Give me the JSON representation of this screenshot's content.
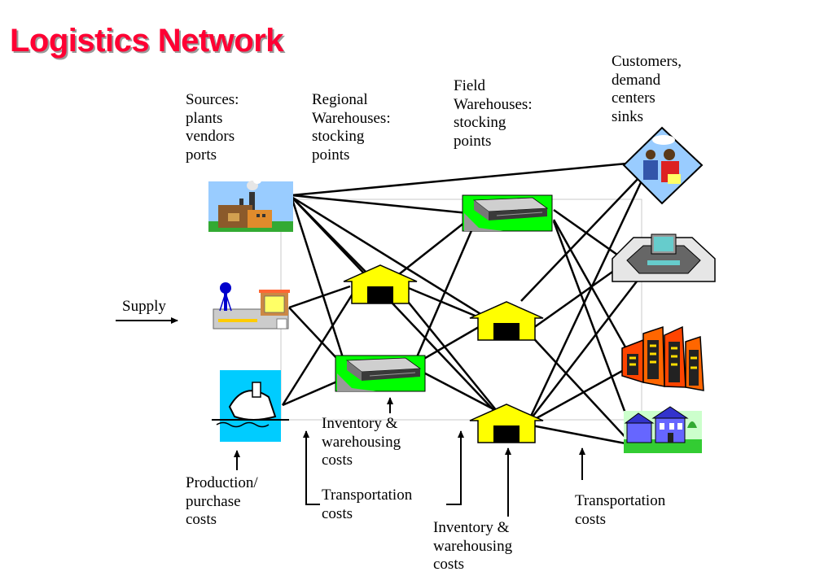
{
  "title": "Logistics Network",
  "labels": {
    "sources": "Sources:\nplants\nvendors\nports",
    "regional": "Regional\nWarehouses:\nstocking\npoints",
    "field": "Field\nWarehouses:\nstocking\npoints",
    "customers": "Customers,\ndemand\ncenters\nsinks",
    "supply": "Supply",
    "inv1": "Inventory &\nwarehousing\ncosts",
    "trans1": "Transportation\ncosts",
    "prod": "Production/\npurchase\ncosts",
    "inv2": "Inventory &\nwarehousing\ncosts",
    "trans2": "Transportation\ncosts"
  },
  "nodes": {
    "sources": [
      {
        "icon": "factory-icon"
      },
      {
        "icon": "plant-water-tower-icon"
      },
      {
        "icon": "port-ship-icon"
      }
    ],
    "regional_warehouses": [
      {
        "icon": "warehouse-arrow-icon"
      },
      {
        "icon": "warehouse-building-icon"
      }
    ],
    "field_warehouses": [
      {
        "icon": "warehouse-building-icon"
      },
      {
        "icon": "warehouse-arrow-icon"
      },
      {
        "icon": "warehouse-arrow-icon"
      }
    ],
    "customers": [
      {
        "icon": "family-icon"
      },
      {
        "icon": "mall-icon"
      },
      {
        "icon": "city-icon"
      },
      {
        "icon": "house-icon"
      }
    ]
  },
  "colors": {
    "title": "#ff0033",
    "arrow_fill": "#ffff00",
    "warehouse_ground": "#00ff00",
    "ship_bg": "#00ccff"
  }
}
